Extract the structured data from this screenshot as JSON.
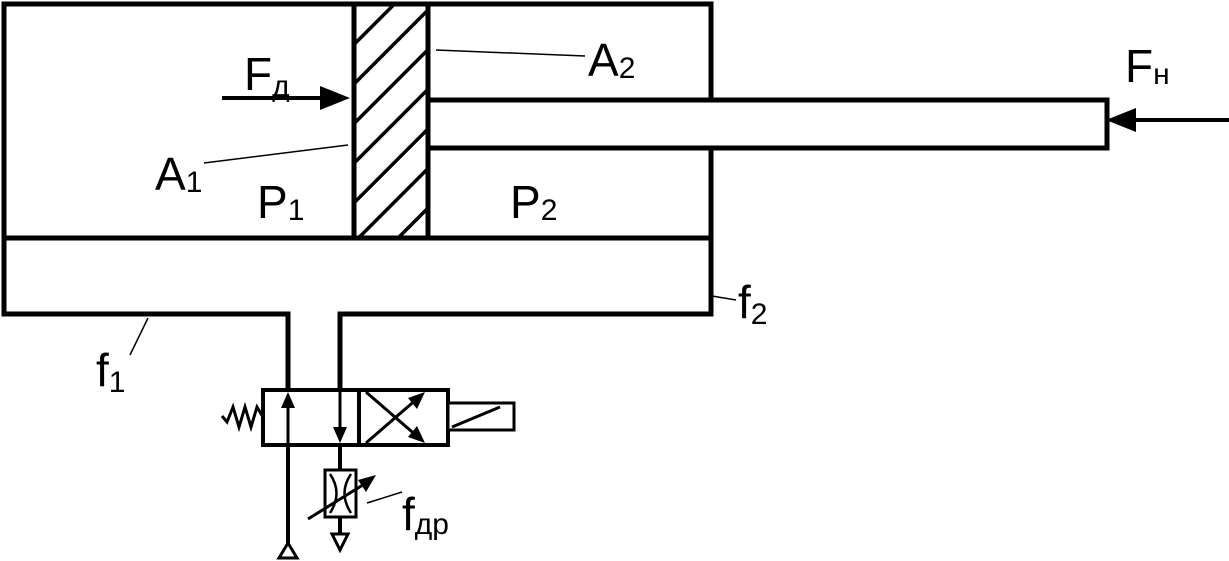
{
  "colors": {
    "stroke": "#000000",
    "background": "#ffffff"
  },
  "labels": {
    "f_drive": {
      "main": "F",
      "sub": "д"
    },
    "f_load": {
      "main": "F",
      "sub": "н"
    },
    "area_1": {
      "main": "A",
      "sub": "1"
    },
    "area_2": {
      "main": "A",
      "sub": "2"
    },
    "pressure_1": {
      "main": "P",
      "sub": "1"
    },
    "pressure_2": {
      "main": "P",
      "sub": "2"
    },
    "port_area_1": {
      "main": "f",
      "sub": "1"
    },
    "port_area_2": {
      "main": "f",
      "sub": "2"
    },
    "throttle_area": {
      "main": "f",
      "sub": "др"
    }
  },
  "icons": [
    "piston",
    "rod",
    "spring-icon",
    "solenoid-icon",
    "throttle-icon",
    "pressure-source-icon",
    "tank-drain-icon"
  ]
}
